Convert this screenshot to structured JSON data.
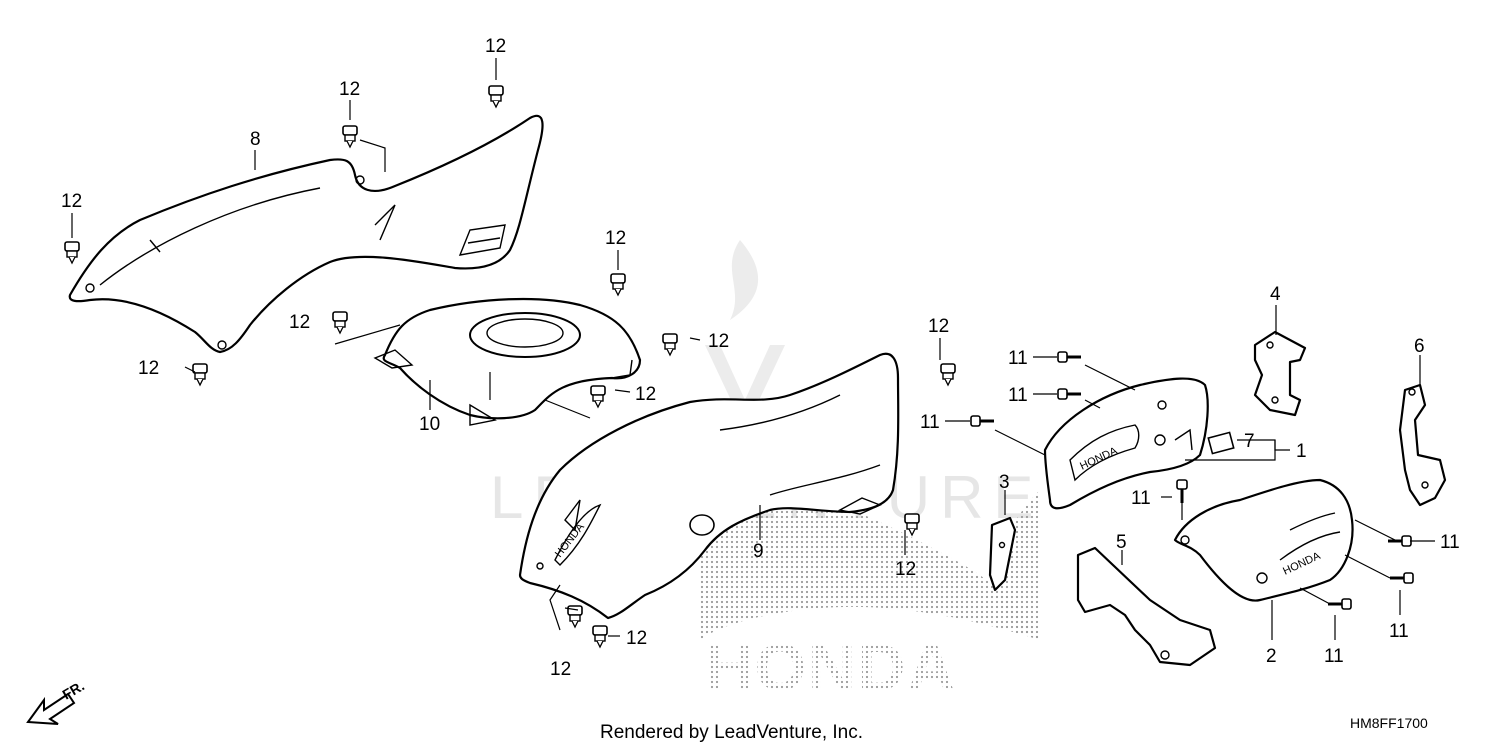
{
  "footer": {
    "credit": "Rendered by LeadVenture, Inc.",
    "diagram_code": "HM8FF1700"
  },
  "direction_marker": {
    "label": "FR."
  },
  "watermark": {
    "text": "LEADVENTURE",
    "brand": "HONDA"
  },
  "emblem_text": "HONDA",
  "callouts": {
    "c1": "1",
    "c2": "2",
    "c3": "3",
    "c4": "4",
    "c5": "5",
    "c6": "6",
    "c7": "7",
    "c8": "8",
    "c9": "9",
    "c10": "10",
    "c11": "11",
    "c12": "12"
  }
}
